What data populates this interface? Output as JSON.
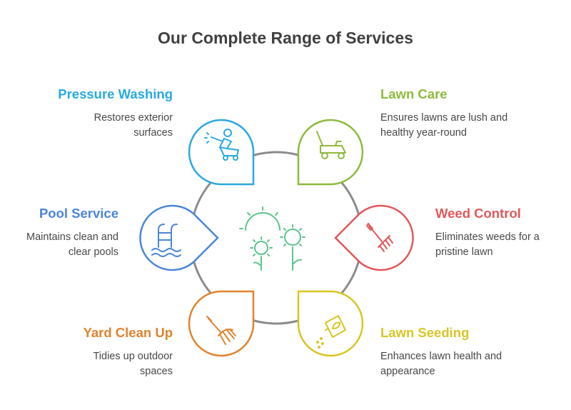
{
  "title": "Our Complete Range of Services",
  "colors": {
    "pressure_washing": "#29a9e0",
    "lawn_care": "#8dbb3d",
    "pool_service": "#4a86d8",
    "weed_control": "#e2575a",
    "yard_clean_up": "#e0832f",
    "lawn_seeding": "#d9c524",
    "center": "#5cc48a",
    "ring": "#8c8c8c"
  },
  "services": {
    "pressure_washing": {
      "title": "Pressure Washing",
      "description": "Restores exterior surfaces",
      "icon": "pressure-washer-icon"
    },
    "lawn_care": {
      "title": "Lawn Care",
      "description": "Ensures lawns are lush and healthy year-round",
      "icon": "lawn-mower-icon"
    },
    "pool_service": {
      "title": "Pool Service",
      "description": "Maintains clean and clear pools",
      "icon": "pool-ladder-icon"
    },
    "weed_control": {
      "title": "Weed Control",
      "description": "Eliminates weeds for a pristine lawn",
      "icon": "rake-icon"
    },
    "yard_clean_up": {
      "title": "Yard Clean Up",
      "description": "Tidies up outdoor spaces",
      "icon": "leaf-rake-icon"
    },
    "lawn_seeding": {
      "title": "Lawn Seeding",
      "description": "Enhances lawn health and appearance",
      "icon": "seed-bag-icon"
    }
  },
  "center_icon": "sunflowers-icon"
}
